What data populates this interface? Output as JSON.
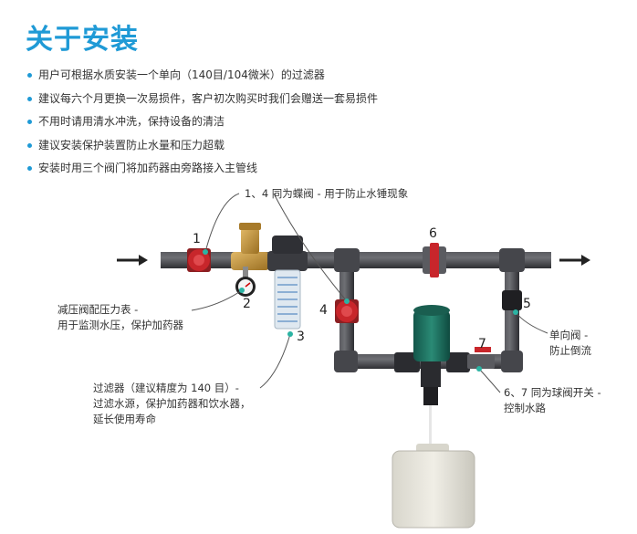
{
  "title": "关于安装",
  "tips": [
    "用户可根据水质安装一个单向（140目/104微米）的过滤器",
    "建议每六个月更换一次易损件，客户初次购买时我们会赠送一套易损件",
    "不用时请用清水冲洗，保持设备的清洁",
    "建议安装保护装置防止水量和压力超载",
    "安装时用三个阀门将加药器由旁路接入主管线"
  ],
  "labels": {
    "butterfly": "1、4 同为蝶阀 - 用于防止水锤现象",
    "gauge_line1": "减压阀配压力表 -",
    "gauge_line2": "用于监测水压，保护加药器",
    "filter_line1": "过滤器（建议精度为 140 目）-",
    "filter_line2": "过滤水源，保护加药器和饮水器，",
    "filter_line3": "延长使用寿命",
    "check_line1": "单向阀 -",
    "check_line2": "防止倒流",
    "ball_line1": "6、7 同为球阀开关 -",
    "ball_line2": "控制水路"
  },
  "numbers": {
    "n1": "1",
    "n2": "2",
    "n3": "3",
    "n4": "4",
    "n5": "5",
    "n6": "6",
    "n7": "7"
  },
  "colors": {
    "accent": "#1f9ad6",
    "pipe": "#3f4044",
    "valve_red": "#c8262b",
    "pointer": "#2bb3a3",
    "pump": "#1f6a5c"
  }
}
